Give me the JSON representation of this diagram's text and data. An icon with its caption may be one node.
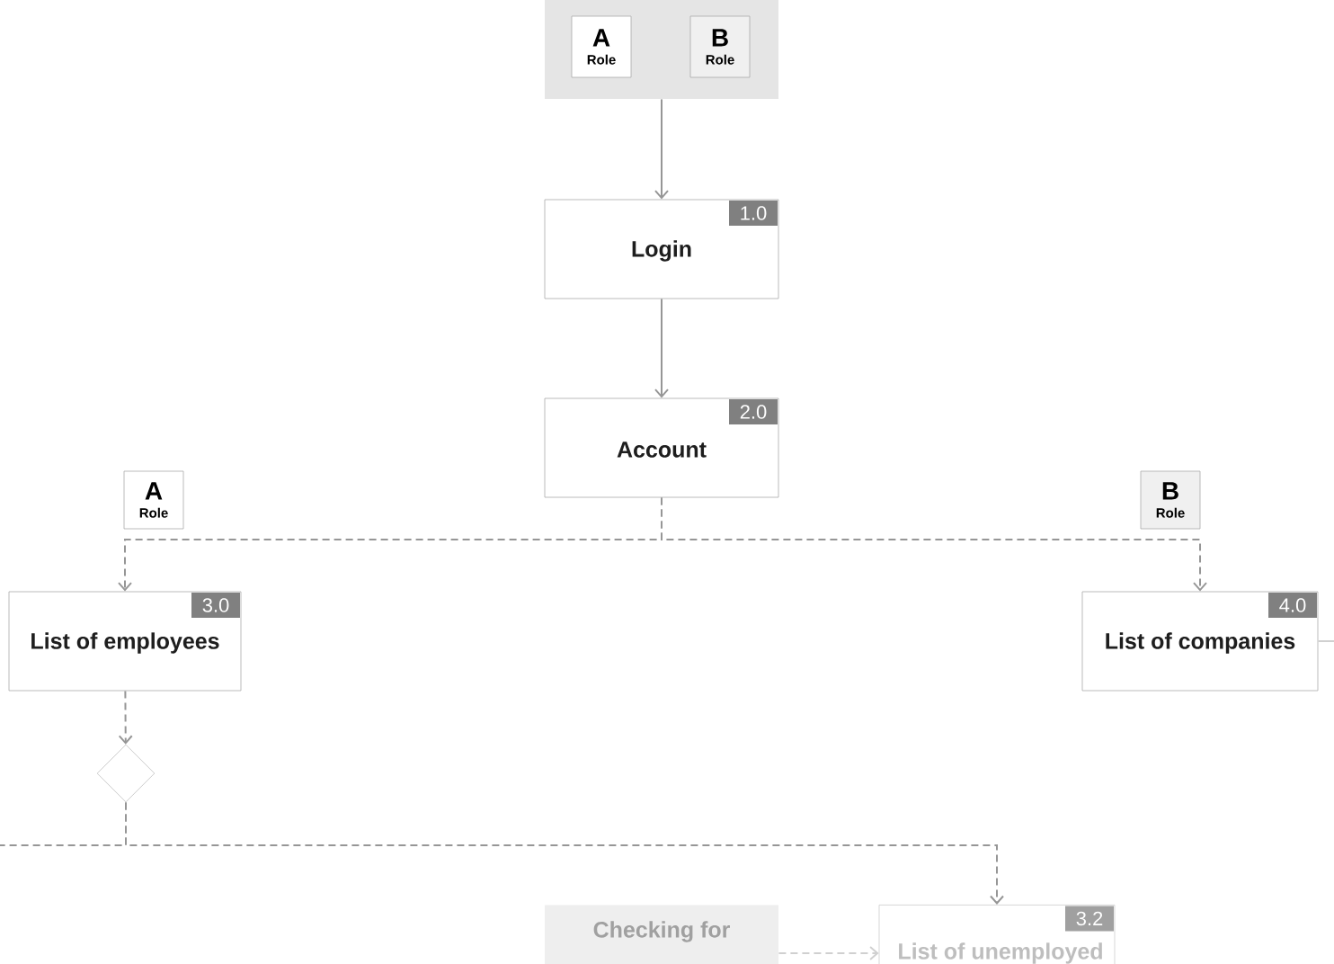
{
  "diagram": {
    "nodes": [
      {
        "text": [],
        "shape": "box"
      },
      {
        "text": [
          "A",
          "Role"
        ],
        "in": 0
      },
      {
        "text": [
          "B",
          "Role"
        ],
        "in": 0
      },
      {
        "text": [
          "1.0",
          "Login"
        ]
      },
      {
        "text": [
          "2.0",
          "Account"
        ]
      },
      {
        "text": [
          "A",
          "Role"
        ]
      },
      {
        "text": [
          "3.0",
          "List of employees"
        ]
      },
      {
        "text": [
          "B",
          "Role"
        ]
      },
      {
        "text": [
          "4.0",
          "List of companies"
        ]
      },
      {
        "text": [],
        "shape": "diamond"
      },
      {
        "text": [
          "Checking for"
        ]
      },
      {
        "text": [
          "3.2",
          "List of unemployed"
        ]
      }
    ],
    "edges": [
      {
        "from": 0,
        "to": 3,
        "arrow": "to"
      },
      {
        "from": 3,
        "to": 4,
        "arrow": "to"
      },
      {
        "from": 4,
        "to": 6,
        "arrow": "to",
        "style": "dashed"
      },
      {
        "from": 4,
        "to": 8,
        "arrow": "to",
        "style": "dashed"
      },
      {
        "from": 6,
        "to": 9,
        "arrow": "to",
        "style": "dashed"
      },
      {
        "from": 9,
        "to": 11,
        "arrow": "to",
        "style": "dashed"
      },
      {
        "from": 9,
        "to": null,
        "arrow": "none",
        "style": "dashed"
      },
      {
        "from": 10,
        "to": 11,
        "arrow": "to",
        "style": "dashed",
        "color": "#d0d0d0"
      },
      {
        "from": 8,
        "to": null,
        "arrow": "none",
        "color": "#d0d0d0"
      }
    ]
  }
}
